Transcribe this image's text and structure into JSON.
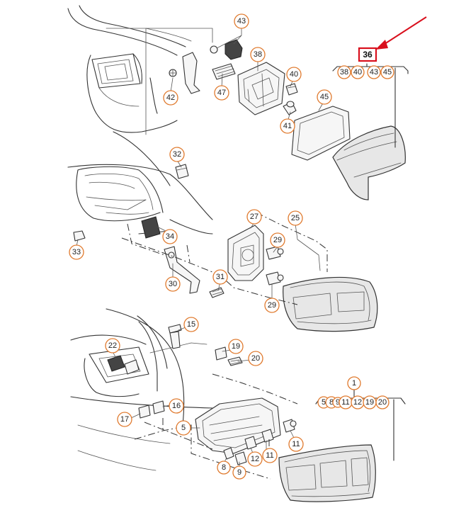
{
  "diagram": {
    "highlight_label": "36",
    "accent_color": "#e07a2e",
    "highlight_color": "#d9101d",
    "callouts": {
      "c43a": "43",
      "c38a": "38",
      "c40a": "40",
      "c41": "41",
      "c42": "42",
      "c47": "47",
      "c45a": "45",
      "c32": "32",
      "c33": "33",
      "c34": "34",
      "c30": "30",
      "c31": "31",
      "c27": "27",
      "c25": "25",
      "c29a": "29",
      "c29b": "29",
      "c15": "15",
      "c22": "22",
      "c19a": "19",
      "c20a": "20",
      "c17": "17",
      "c16": "16",
      "c5": "5",
      "c8": "8",
      "c9": "9",
      "c12": "12",
      "c11a": "11",
      "c11b": "11",
      "c1": "1"
    },
    "group_36": [
      "38",
      "40",
      "43",
      "45"
    ],
    "group_1": [
      "5",
      "8",
      "9",
      "11",
      "12",
      "19",
      "20"
    ]
  }
}
